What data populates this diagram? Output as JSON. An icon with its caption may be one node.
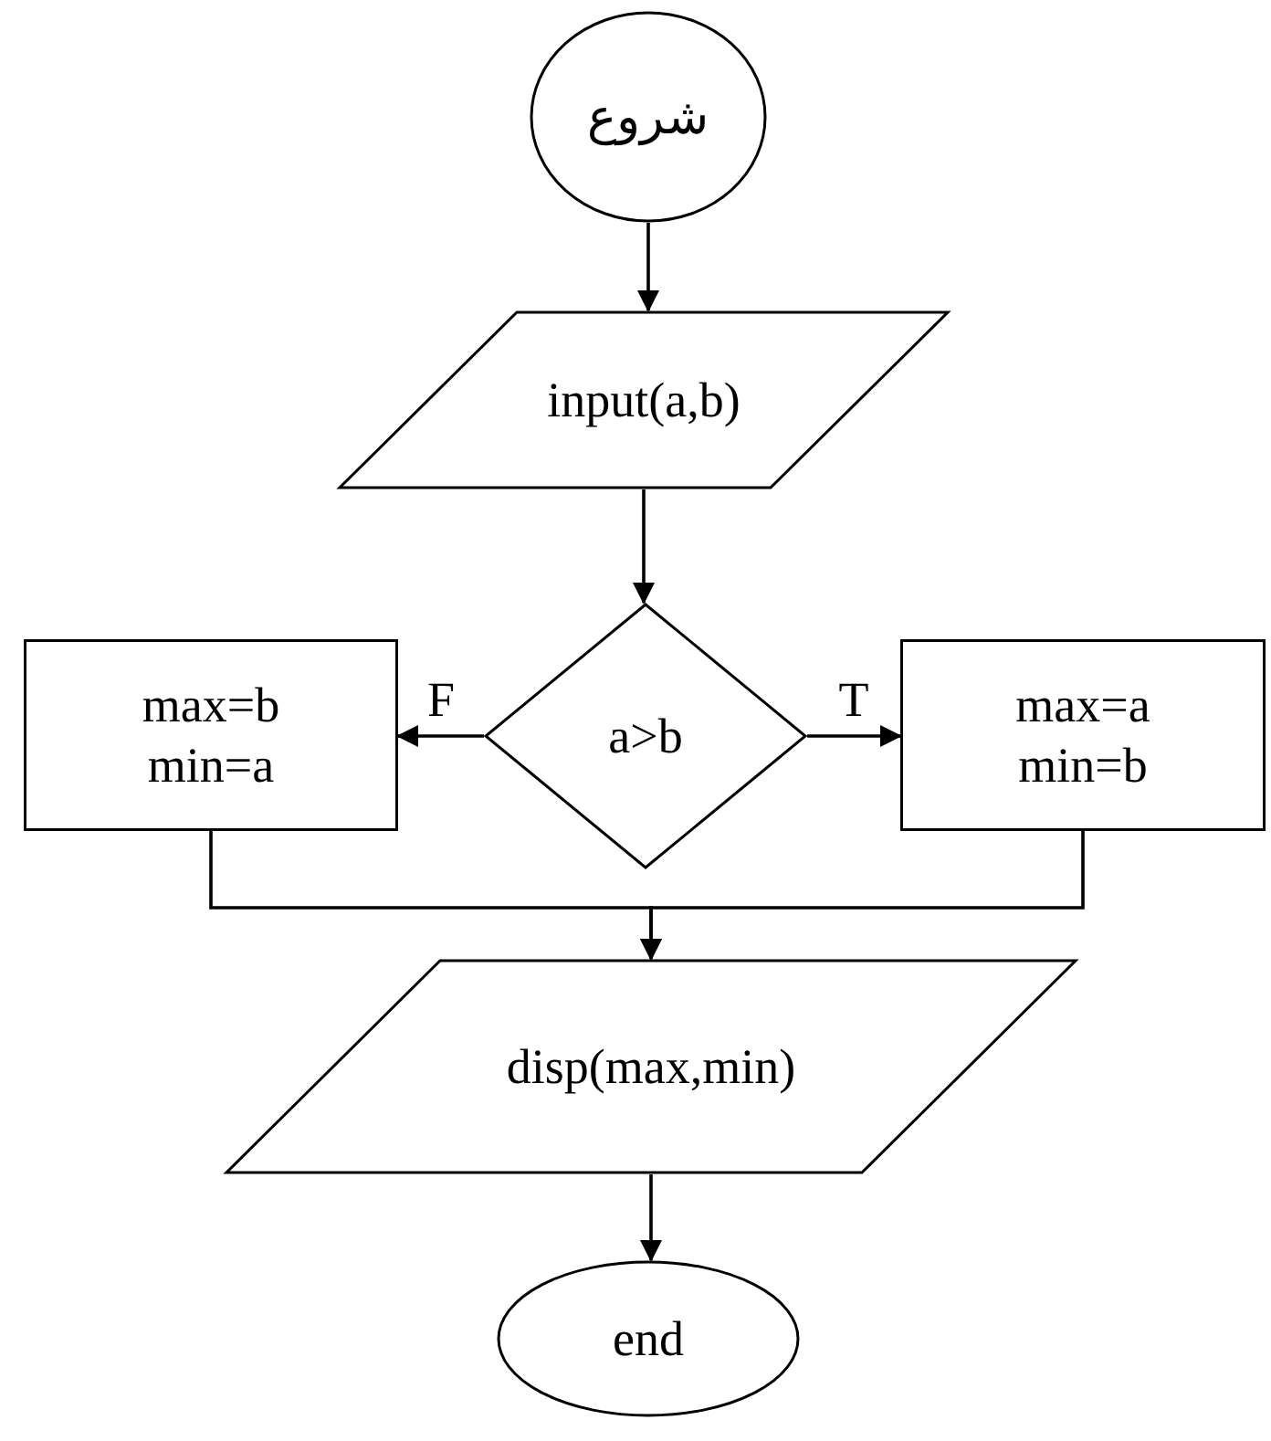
{
  "diagram": {
    "nodes": [
      {
        "text": [
          "شروع"
        ]
      },
      {
        "text": [
          "input(a,b)"
        ]
      },
      {
        "text": [
          "a>b"
        ]
      },
      {
        "text": [
          "max=b min=a"
        ]
      },
      {
        "text": [
          "max=a min=b"
        ]
      },
      {
        "text": [
          "disp(max,min)"
        ]
      },
      {
        "text": [
          "end"
        ]
      }
    ],
    "edges": [
      {
        "from": 0,
        "to": 1,
        "arrow": "to"
      },
      {
        "from": 1,
        "to": 2,
        "arrow": "to"
      },
      {
        "from": 2,
        "to": 3,
        "arrow": "to",
        "label": "F"
      },
      {
        "from": 2,
        "to": 4,
        "arrow": "to",
        "label": "T"
      },
      {
        "from": 3,
        "to": 5,
        "arrow": "to"
      },
      {
        "from": 4,
        "to": 5,
        "arrow": "to"
      },
      {
        "from": 5,
        "to": 6,
        "arrow": "to"
      }
    ]
  }
}
